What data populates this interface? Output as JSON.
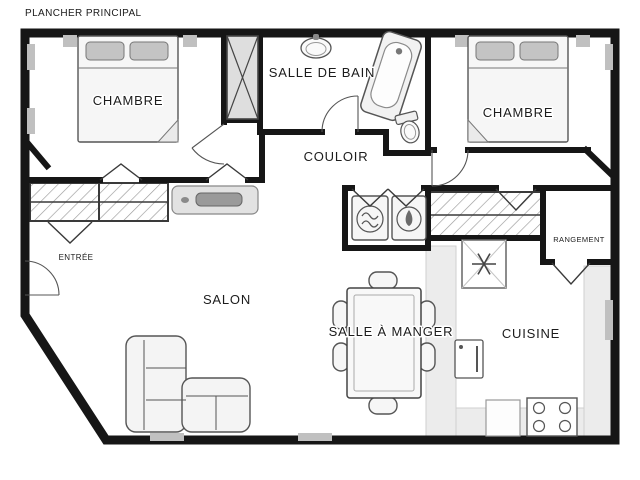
{
  "title": "PLANCHER PRINCIPAL",
  "rooms": {
    "bedroom_left": {
      "label": "CHAMBRE"
    },
    "bathroom": {
      "label": "SALLE DE BAIN"
    },
    "bedroom_right": {
      "label": "CHAMBRE"
    },
    "hallway": {
      "label": "COULOIR"
    },
    "entrance": {
      "label": "ENTRÉE"
    },
    "living_room": {
      "label": "SALON"
    },
    "dining_room": {
      "label": "SALLE À MANGER"
    },
    "kitchen": {
      "label": "CUISINE"
    },
    "storage": {
      "label": "RANGEMENT"
    }
  },
  "fixtures": [
    "bed-icon",
    "pillow-icon",
    "closet-x-icon",
    "sink-icon",
    "bathtub-icon",
    "toilet-icon",
    "washer-icon",
    "water-heater-icon",
    "refrigerator-snowflake-icon",
    "media-console-icon",
    "dining-table-icon",
    "chair-icon",
    "sofa-icon",
    "stove-burners-icon",
    "dishwasher-icon",
    "door-swing-icon",
    "bifold-door-icon",
    "closet-hatch-icon",
    "window-icon"
  ],
  "colors": {
    "wall": "#161616",
    "furniture_stroke": "#555555",
    "furniture_fill": "#f6f6f6",
    "counter": "#ececec",
    "pillow": "#c4c4c4",
    "window_tab": "#c0c0c0",
    "background": "#ffffff"
  }
}
